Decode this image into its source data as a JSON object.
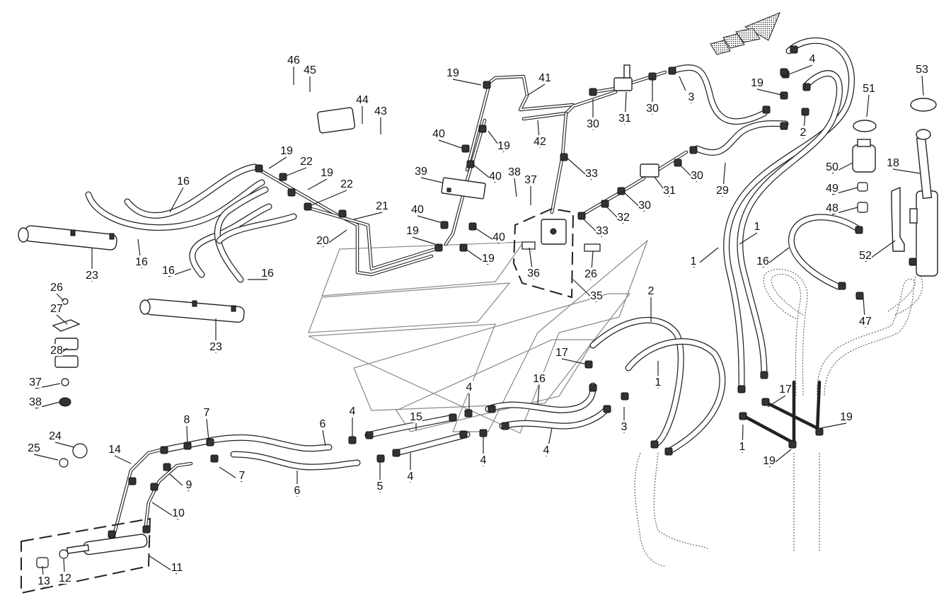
{
  "callouts": [
    {
      "t": "46"
    },
    {
      "t": "45"
    },
    {
      "t": "44"
    },
    {
      "t": "43"
    },
    {
      "t": "19"
    },
    {
      "t": "41"
    },
    {
      "t": "42"
    },
    {
      "t": "19"
    },
    {
      "t": "40"
    },
    {
      "t": "40"
    },
    {
      "t": "39"
    },
    {
      "t": "40"
    },
    {
      "t": "40"
    },
    {
      "t": "19"
    },
    {
      "t": "19"
    },
    {
      "t": "38"
    },
    {
      "t": "37"
    },
    {
      "t": "36"
    },
    {
      "t": "26"
    },
    {
      "t": "35"
    },
    {
      "t": "30"
    },
    {
      "t": "31"
    },
    {
      "t": "30"
    },
    {
      "t": "3"
    },
    {
      "t": "33"
    },
    {
      "t": "31"
    },
    {
      "t": "30"
    },
    {
      "t": "30"
    },
    {
      "t": "32"
    },
    {
      "t": "33"
    },
    {
      "t": "4"
    },
    {
      "t": "19"
    },
    {
      "t": "2"
    },
    {
      "t": "29"
    },
    {
      "t": "1"
    },
    {
      "t": "1"
    },
    {
      "t": "53"
    },
    {
      "t": "51"
    },
    {
      "t": "50"
    },
    {
      "t": "49"
    },
    {
      "t": "48"
    },
    {
      "t": "18"
    },
    {
      "t": "52"
    },
    {
      "t": "16"
    },
    {
      "t": "47"
    },
    {
      "t": "19"
    },
    {
      "t": "22"
    },
    {
      "t": "19"
    },
    {
      "t": "22"
    },
    {
      "t": "16"
    },
    {
      "t": "21"
    },
    {
      "t": "20"
    },
    {
      "t": "16"
    },
    {
      "t": "16"
    },
    {
      "t": "16"
    },
    {
      "t": "23"
    },
    {
      "t": "23"
    },
    {
      "t": "26"
    },
    {
      "t": "27"
    },
    {
      "t": "28"
    },
    {
      "t": "37"
    },
    {
      "t": "38"
    },
    {
      "t": "24"
    },
    {
      "t": "25"
    },
    {
      "t": "14"
    },
    {
      "t": "8"
    },
    {
      "t": "7"
    },
    {
      "t": "9"
    },
    {
      "t": "7"
    },
    {
      "t": "10"
    },
    {
      "t": "11"
    },
    {
      "t": "13"
    },
    {
      "t": "12"
    },
    {
      "t": "6"
    },
    {
      "t": "6"
    },
    {
      "t": "4"
    },
    {
      "t": "15"
    },
    {
      "t": "4"
    },
    {
      "t": "16"
    },
    {
      "t": "4"
    },
    {
      "t": "5"
    },
    {
      "t": "4"
    },
    {
      "t": "4"
    },
    {
      "t": "3"
    },
    {
      "t": "2"
    },
    {
      "t": "1"
    },
    {
      "t": "1"
    },
    {
      "t": "19"
    },
    {
      "t": "17"
    },
    {
      "t": "19"
    },
    {
      "t": "17"
    }
  ]
}
